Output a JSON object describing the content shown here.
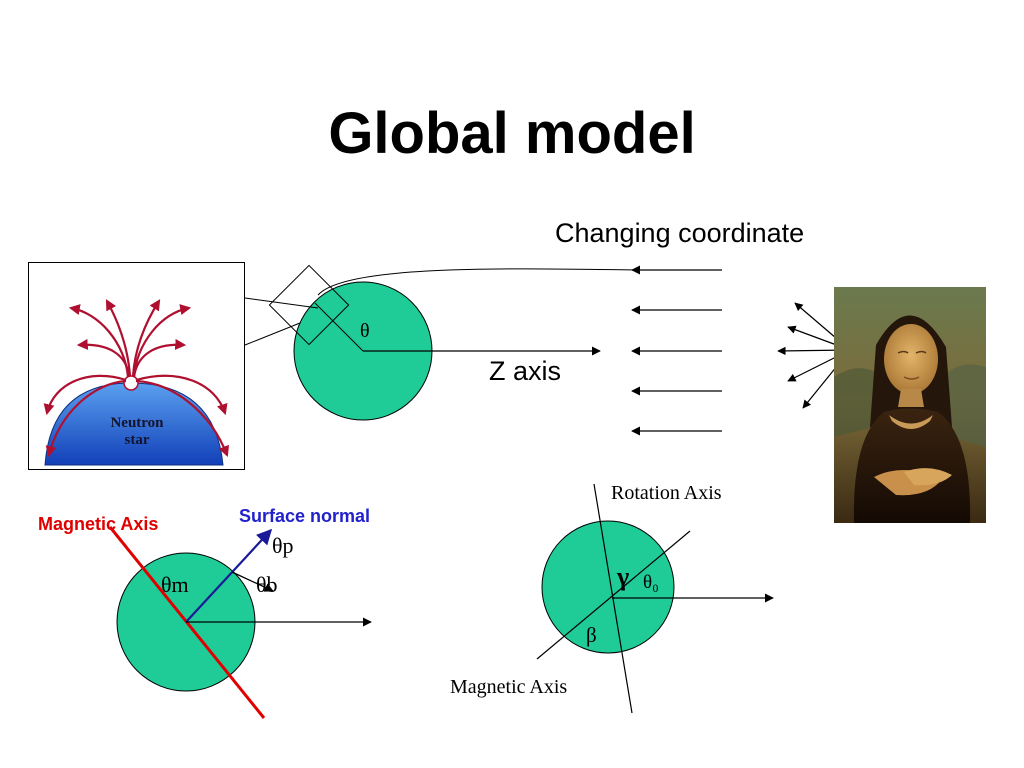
{
  "slide": {
    "title": "Global model"
  },
  "labels": {
    "changing_coordinate": "Changing coordinate",
    "z_axis": "Z axis",
    "theta": "θ",
    "rotation_axis": "Rotation Axis",
    "magnetic_axis_bottom": "Magnetic Axis",
    "gamma": "γ",
    "theta0": "θ₀",
    "beta": "β",
    "magnetic_axis_left": "Magnetic Axis",
    "surface_normal": "Surface normal",
    "theta_p": "θp",
    "theta_b": "θb",
    "theta_m": "θm"
  },
  "inset": {
    "star_label": "Neutron\nstar"
  },
  "colors": {
    "sphere": "#1fcb96",
    "star_blue": "#1a5fd6",
    "field_lines": "#b01030",
    "magnetic_axis_red": "#e00000",
    "surface_normal_blue": "#2222aa"
  }
}
